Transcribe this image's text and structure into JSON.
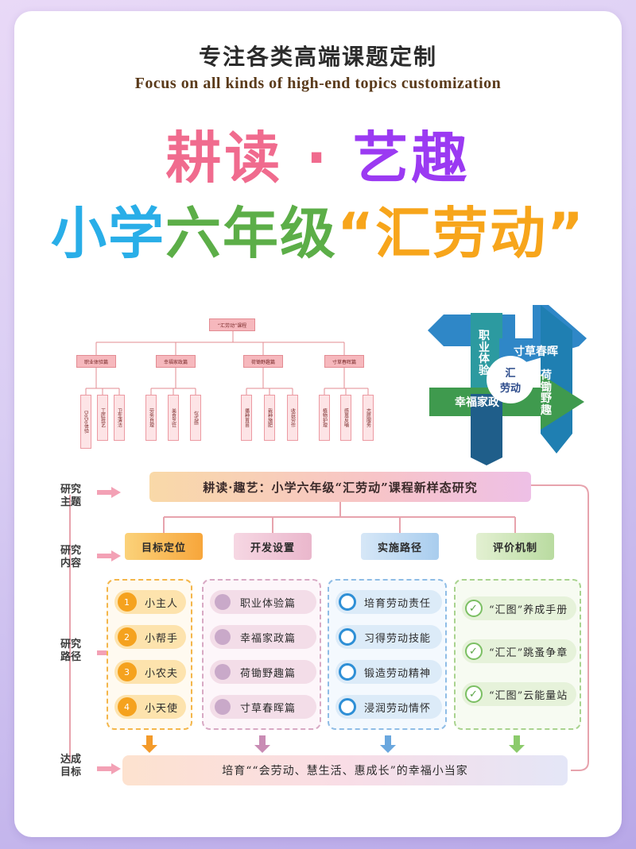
{
  "header": {
    "title_cn": "专注各类高端课题定制",
    "title_en": "Focus on all kinds of high-end topics customization"
  },
  "title": {
    "line1_a": "耕读",
    "line1_dot": "·",
    "line1_b": "艺趣",
    "line2_a": "小学",
    "line2_b": "六年级",
    "line2_c": "“汇劳动”"
  },
  "org_chart": {
    "root": "“汇劳动”课程",
    "branches": [
      {
        "label": "职业体验篇",
        "leaves": [
          "DoDo体验",
          "工匠技艺",
          "卫生清洁"
        ]
      },
      {
        "label": "幸福家政篇",
        "leaves": [
          "劳务自理",
          "美食烹饪",
          "仪式感"
        ]
      },
      {
        "label": "荷锄野趣篇",
        "leaves": [
          "播种育苗",
          "栽种施肥",
          "收获劳作"
        ]
      },
      {
        "label": "寸草春晖篇",
        "leaves": [
          "植物护理",
          "感恩反哺",
          "志愿服务"
        ]
      }
    ]
  },
  "cross": {
    "center_1": "汇",
    "center_2": "劳动",
    "arm_top": "职业体验",
    "arm_right": "寸草春晖",
    "arm_bottom": "荷锄野趣",
    "arm_left": "幸福家政",
    "colors": {
      "blue": "#2f87c7",
      "teal": "#2c9aa0",
      "green": "#3f9a4e",
      "dark": "#1f5e8a"
    }
  },
  "flow": {
    "side_labels": [
      {
        "l1": "研究",
        "l2": "主题"
      },
      {
        "l1": "研究",
        "l2": "内容"
      },
      {
        "l1": "研究",
        "l2": "路径"
      },
      {
        "l1": "达成",
        "l2": "目标"
      }
    ],
    "topic": "耕读·趣艺：小学六年级“汇劳动”课程新样态研究",
    "columns": [
      {
        "head": "目标定位",
        "items": [
          "小主人",
          "小帮手",
          "小农夫",
          "小天使"
        ],
        "nums": [
          "1",
          "2",
          "3",
          "4"
        ]
      },
      {
        "head": "开发设置",
        "items": [
          "职业体验篇",
          "幸福家政篇",
          "荷锄野趣篇",
          "寸草春晖篇"
        ]
      },
      {
        "head": "实施路径",
        "items": [
          "培育劳动责任",
          "习得劳动技能",
          "锻造劳动精神",
          "浸润劳动情怀"
        ]
      },
      {
        "head": "评价机制",
        "items": [
          "“汇图”养成手册",
          "“汇汇”跳蚤争章",
          "“汇图”云能量站"
        ],
        "check": "✓"
      }
    ],
    "goal": "培育““会劳动、慧生活、惠成长”的幸福小当家"
  }
}
